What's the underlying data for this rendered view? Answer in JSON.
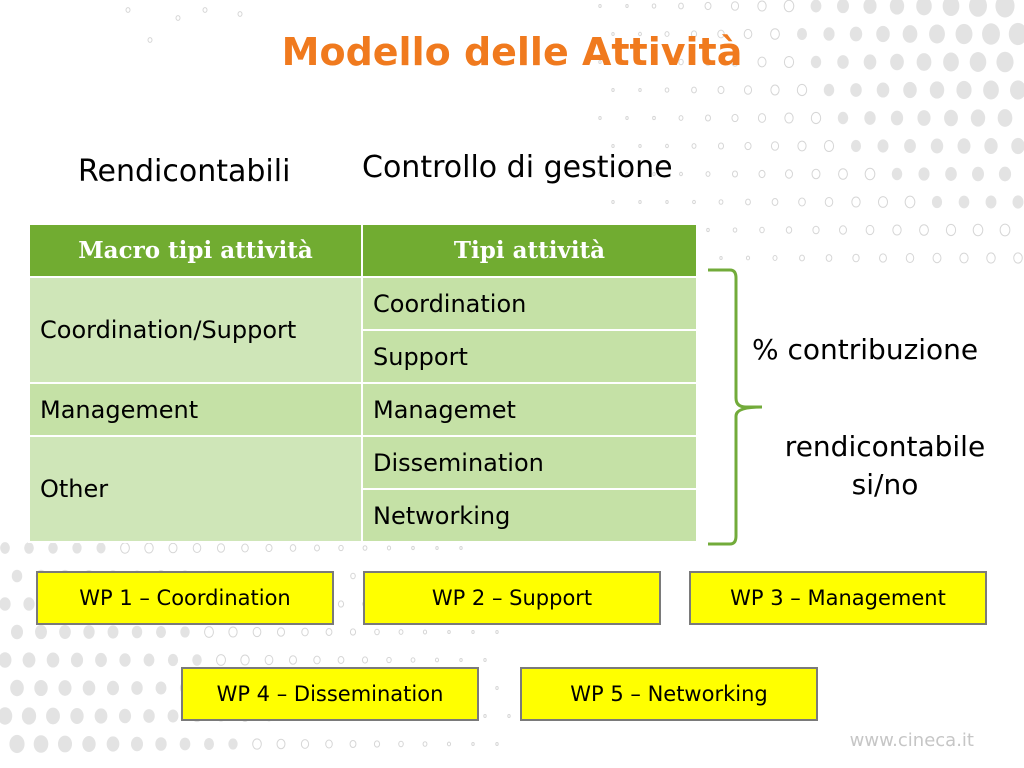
{
  "title": "Modello delle Attività",
  "labels": {
    "rendicontabili": "Rendicontabili",
    "controllo": "Controllo di gestione"
  },
  "table": {
    "headers": [
      "Macro tipi attività",
      "Tipi attività"
    ],
    "groups": [
      {
        "macro": "Coordination/Support",
        "types": [
          "Coordination",
          "Support"
        ]
      },
      {
        "macro": "Management",
        "types": [
          "Managemet"
        ]
      },
      {
        "macro": "Other",
        "types": [
          "Dissemination",
          "Networking"
        ]
      }
    ]
  },
  "side": {
    "contribution": "% contribuzione",
    "rendicontabile": "rendicontabile si/no"
  },
  "work_packages": [
    "WP 1 – Coordination",
    "WP 2 – Support",
    "WP 3 – Management",
    "WP 4 – Dissemination",
    "WP 5 – Networking"
  ],
  "footer": "www.cineca.it",
  "colors": {
    "title": "#f07a1e",
    "header": "#71ac31",
    "brace": "#72ab3a",
    "wp_fill": "#ffff00"
  }
}
